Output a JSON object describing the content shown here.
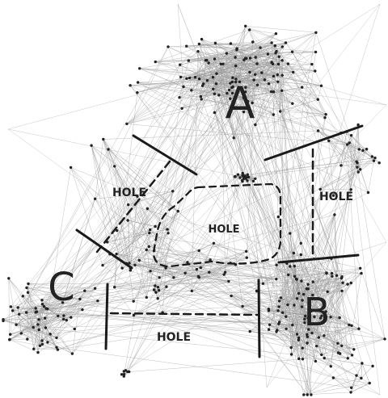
{
  "diagram": {
    "clusters": [
      {
        "id": "A",
        "label": "A"
      },
      {
        "id": "B",
        "label": "B"
      },
      {
        "id": "C",
        "label": "C"
      }
    ],
    "holes": [
      {
        "id": "hole-left",
        "label": "HOLE"
      },
      {
        "id": "hole-center",
        "label": "HOLE"
      },
      {
        "id": "hole-right",
        "label": "HOLE"
      },
      {
        "id": "hole-bottom",
        "label": "HOLE"
      }
    ]
  },
  "colors": {
    "edge": "#9a9a9a",
    "node": "#222222",
    "ink": "#1a1a1a"
  }
}
